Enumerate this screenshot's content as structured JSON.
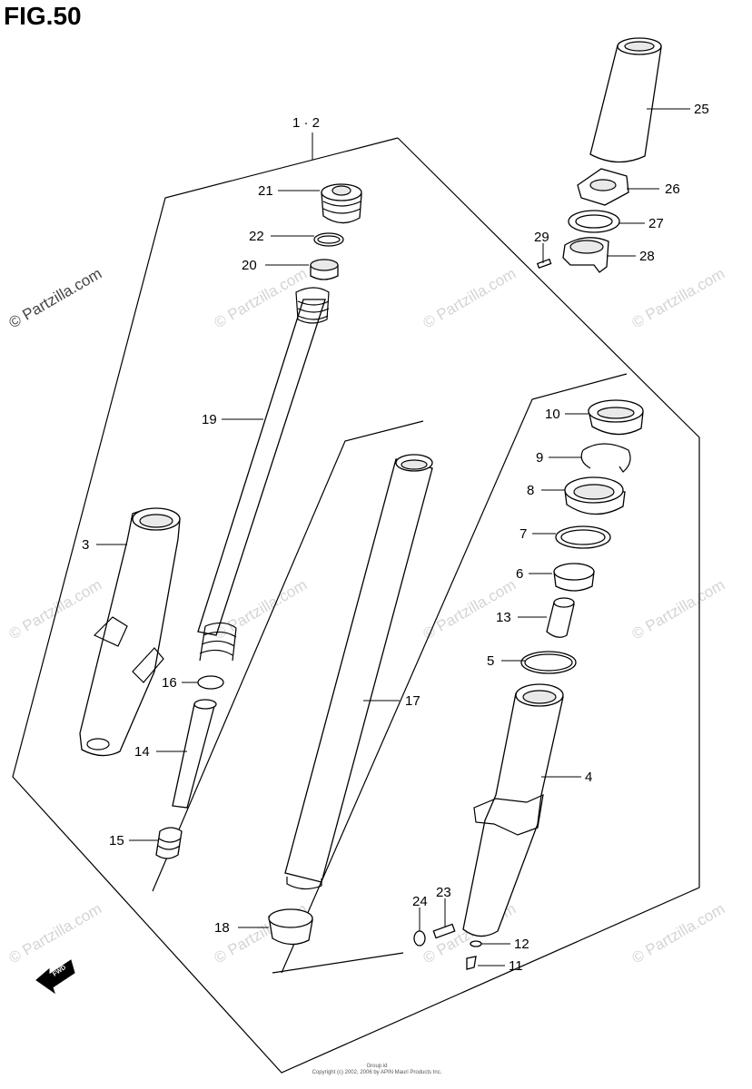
{
  "figure_title": "FIG.50",
  "watermark": "© Partzilla.com",
  "fwd_label": "FWD",
  "footer": [
    "Group id",
    "Copyright (c) 2002, 2006 by APIN Mauri Products Inc."
  ],
  "labels": [
    {
      "id": "1-2",
      "text": "1 · 2"
    },
    {
      "id": "3",
      "text": "3"
    },
    {
      "id": "4",
      "text": "4"
    },
    {
      "id": "5",
      "text": "5"
    },
    {
      "id": "6",
      "text": "6"
    },
    {
      "id": "7",
      "text": "7"
    },
    {
      "id": "8",
      "text": "8"
    },
    {
      "id": "9",
      "text": "9"
    },
    {
      "id": "10",
      "text": "10"
    },
    {
      "id": "11",
      "text": "11"
    },
    {
      "id": "12",
      "text": "12"
    },
    {
      "id": "13",
      "text": "13"
    },
    {
      "id": "14",
      "text": "14"
    },
    {
      "id": "15",
      "text": "15"
    },
    {
      "id": "16",
      "text": "16"
    },
    {
      "id": "17",
      "text": "17"
    },
    {
      "id": "18",
      "text": "18"
    },
    {
      "id": "19",
      "text": "19"
    },
    {
      "id": "20",
      "text": "20"
    },
    {
      "id": "21",
      "text": "21"
    },
    {
      "id": "22",
      "text": "22"
    },
    {
      "id": "23",
      "text": "23"
    },
    {
      "id": "24",
      "text": "24"
    },
    {
      "id": "25",
      "text": "25"
    },
    {
      "id": "26",
      "text": "26"
    },
    {
      "id": "27",
      "text": "27"
    },
    {
      "id": "28",
      "text": "28"
    },
    {
      "id": "29",
      "text": "29"
    }
  ]
}
